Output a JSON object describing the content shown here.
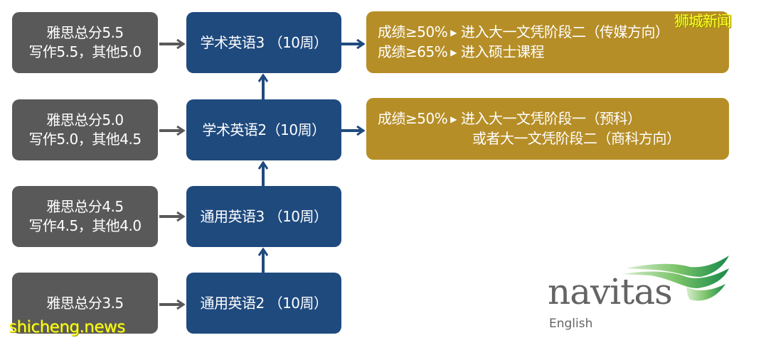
{
  "colors": {
    "requirement_box": "#595959",
    "course_box": "#1f4a7e",
    "outcome_box": "#b68e27",
    "arrow_gray": "#595959",
    "arrow_blue": "#1f4a7e",
    "watermark": "#ffff22",
    "logo_text": "#646464",
    "logo_green": "#2e9a4a"
  },
  "requirements": [
    {
      "line1": "雅思总分5.5",
      "line2": "写作5.5，其他5.0"
    },
    {
      "line1": "雅思总分5.0",
      "line2": "写作5.0，其他4.5"
    },
    {
      "line1": "雅思总分4.5",
      "line2": "写作4.5，其他4.0"
    },
    {
      "line1": "雅思总分3.5",
      "line2": ""
    }
  ],
  "courses": [
    {
      "label": "学术英语3 （10周）"
    },
    {
      "label": "学术英语2（10周）"
    },
    {
      "label": "通用英语3 （10周）"
    },
    {
      "label": "通用英语2 （10周）"
    }
  ],
  "outcomes": [
    {
      "rows": [
        {
          "condition": "成绩≥50%",
          "result": "进入大一文凭阶段二（传媒方向）"
        },
        {
          "condition": "成绩≥65%",
          "result": "进入硕士课程"
        }
      ]
    },
    {
      "rows": [
        {
          "condition": "成绩≥50%",
          "result": "进入大一文凭阶段一（预科）"
        }
      ],
      "continuation": "或者大一文凭阶段二（商科方向）"
    }
  ],
  "bullet_glyph": "▶",
  "watermarks": {
    "cn": "狮城新闻",
    "en": "shicheng.news"
  },
  "logo": {
    "word": "navitas",
    "sub": "English"
  }
}
